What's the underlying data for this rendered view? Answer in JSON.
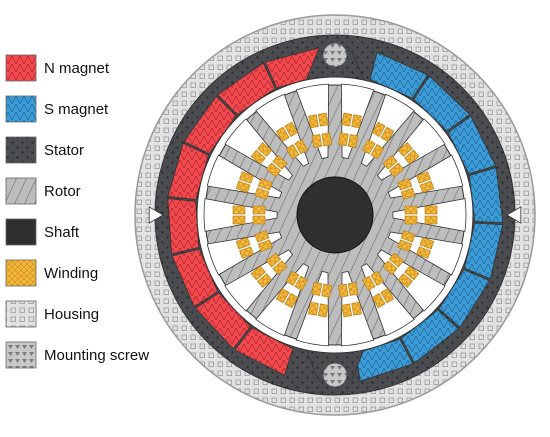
{
  "legend": [
    {
      "key": "n_magnet",
      "label": "N magnet",
      "color": "#f04a4f",
      "pattern": "pat-n",
      "icon": "n-magnet-swatch-icon"
    },
    {
      "key": "s_magnet",
      "label": "S magnet",
      "color": "#3d9bd6",
      "pattern": "pat-s",
      "icon": "s-magnet-swatch-icon"
    },
    {
      "key": "stator",
      "label": "Stator",
      "color": "#4a4c50",
      "pattern": "pat-stator",
      "icon": "stator-swatch-icon"
    },
    {
      "key": "rotor",
      "label": "Rotor",
      "color": "#bdbdbd",
      "pattern": "pat-rotor",
      "icon": "rotor-swatch-icon"
    },
    {
      "key": "shaft",
      "label": "Shaft",
      "color": "#2f2f2f",
      "pattern": "",
      "icon": "shaft-swatch-icon"
    },
    {
      "key": "winding",
      "label": "Winding",
      "color": "#f4b93a",
      "pattern": "pat-winding",
      "icon": "winding-swatch-icon"
    },
    {
      "key": "housing",
      "label": "Housing",
      "color": "#e2e2e2",
      "pattern": "pat-housing",
      "icon": "housing-swatch-icon"
    },
    {
      "key": "mounting_screw",
      "label": "Mounting screw",
      "color": "#c8c8c8",
      "pattern": "pat-screw",
      "icon": "mounting-screw-swatch-icon"
    }
  ],
  "structure": {
    "stator_slots": 18,
    "n_magnets": 8,
    "s_magnets": 8,
    "mounting_screws": 2
  }
}
